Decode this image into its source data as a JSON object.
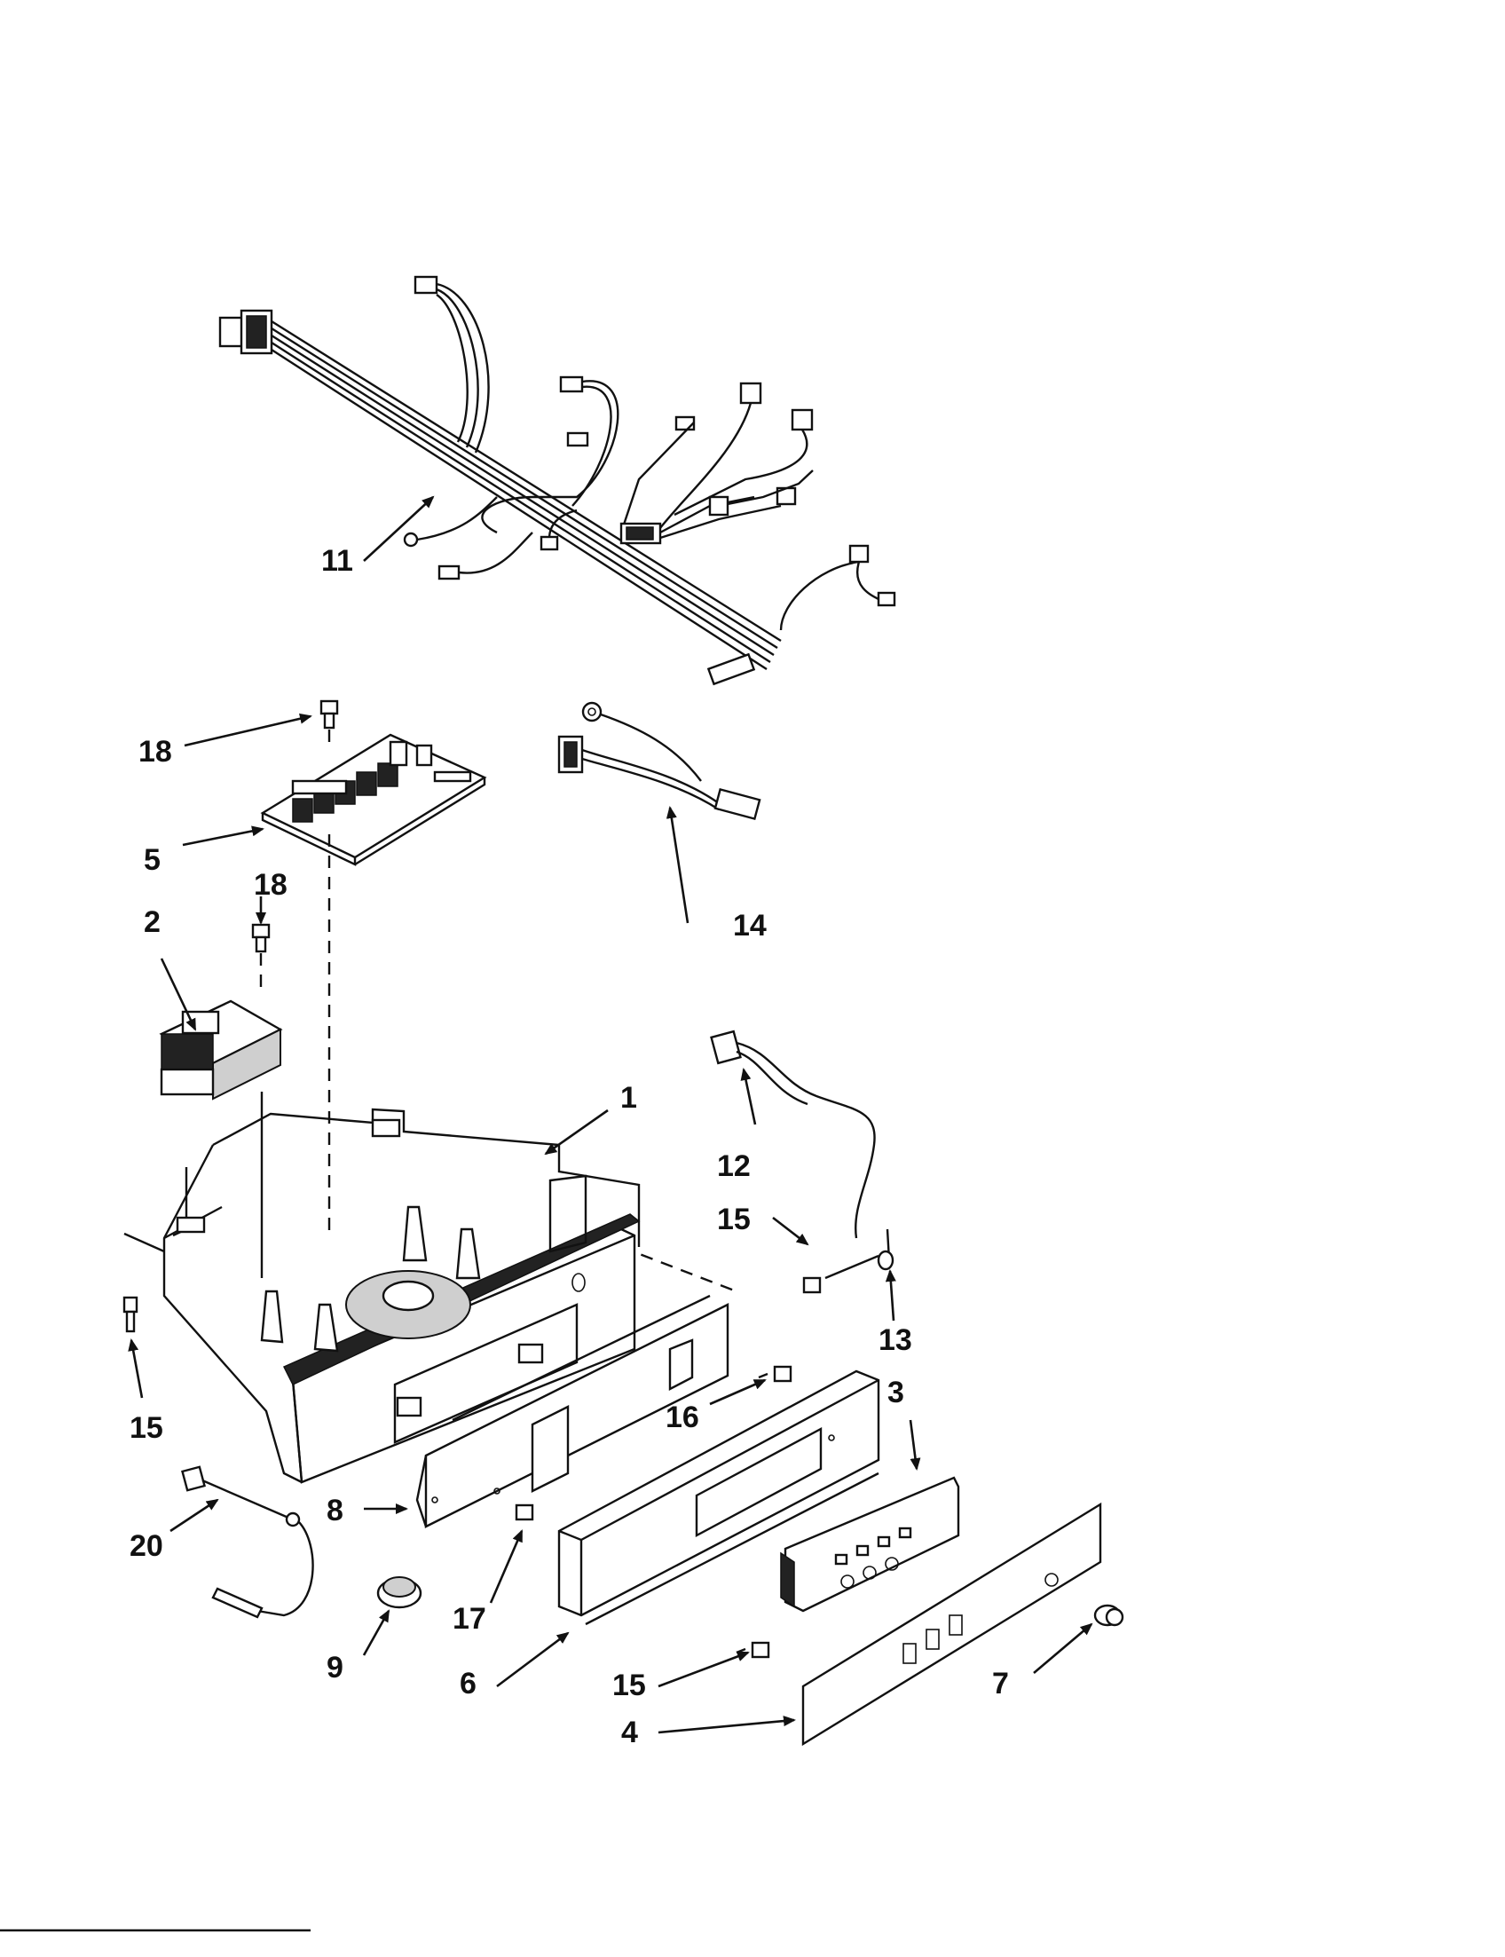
{
  "callouts": {
    "c1": "1",
    "c2": "2",
    "c3": "3",
    "c4": "4",
    "c5": "5",
    "c6": "6",
    "c7": "7",
    "c8": "8",
    "c9": "9",
    "c11": "11",
    "c12": "12",
    "c13": "13",
    "c14": "14",
    "c15a": "15",
    "c15b": "15",
    "c15c": "15",
    "c16": "16",
    "c17": "17",
    "c18a": "18",
    "c18b": "18",
    "c20": "20"
  }
}
